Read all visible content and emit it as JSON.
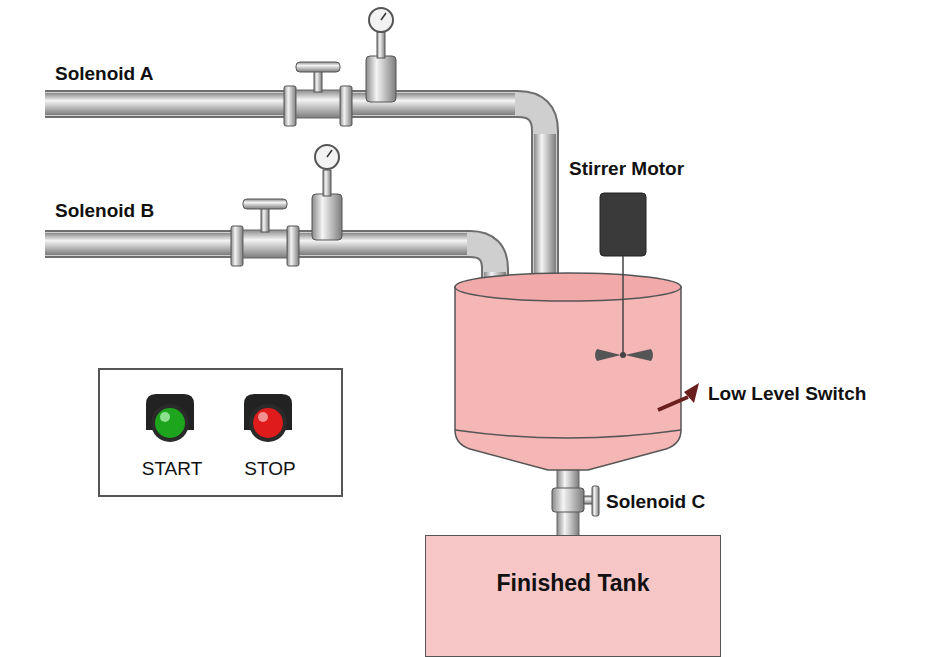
{
  "diagram": {
    "nodes": [
      {
        "text": [
          "START",
          "STOP"
        ]
      },
      {
        "text": [
          "Finished Tank"
        ]
      }
    ],
    "labels": [
      "Solenoid A",
      "Solenoid B",
      "Stirrer Motor",
      "Low Level Switch",
      "Solenoid C"
    ]
  }
}
